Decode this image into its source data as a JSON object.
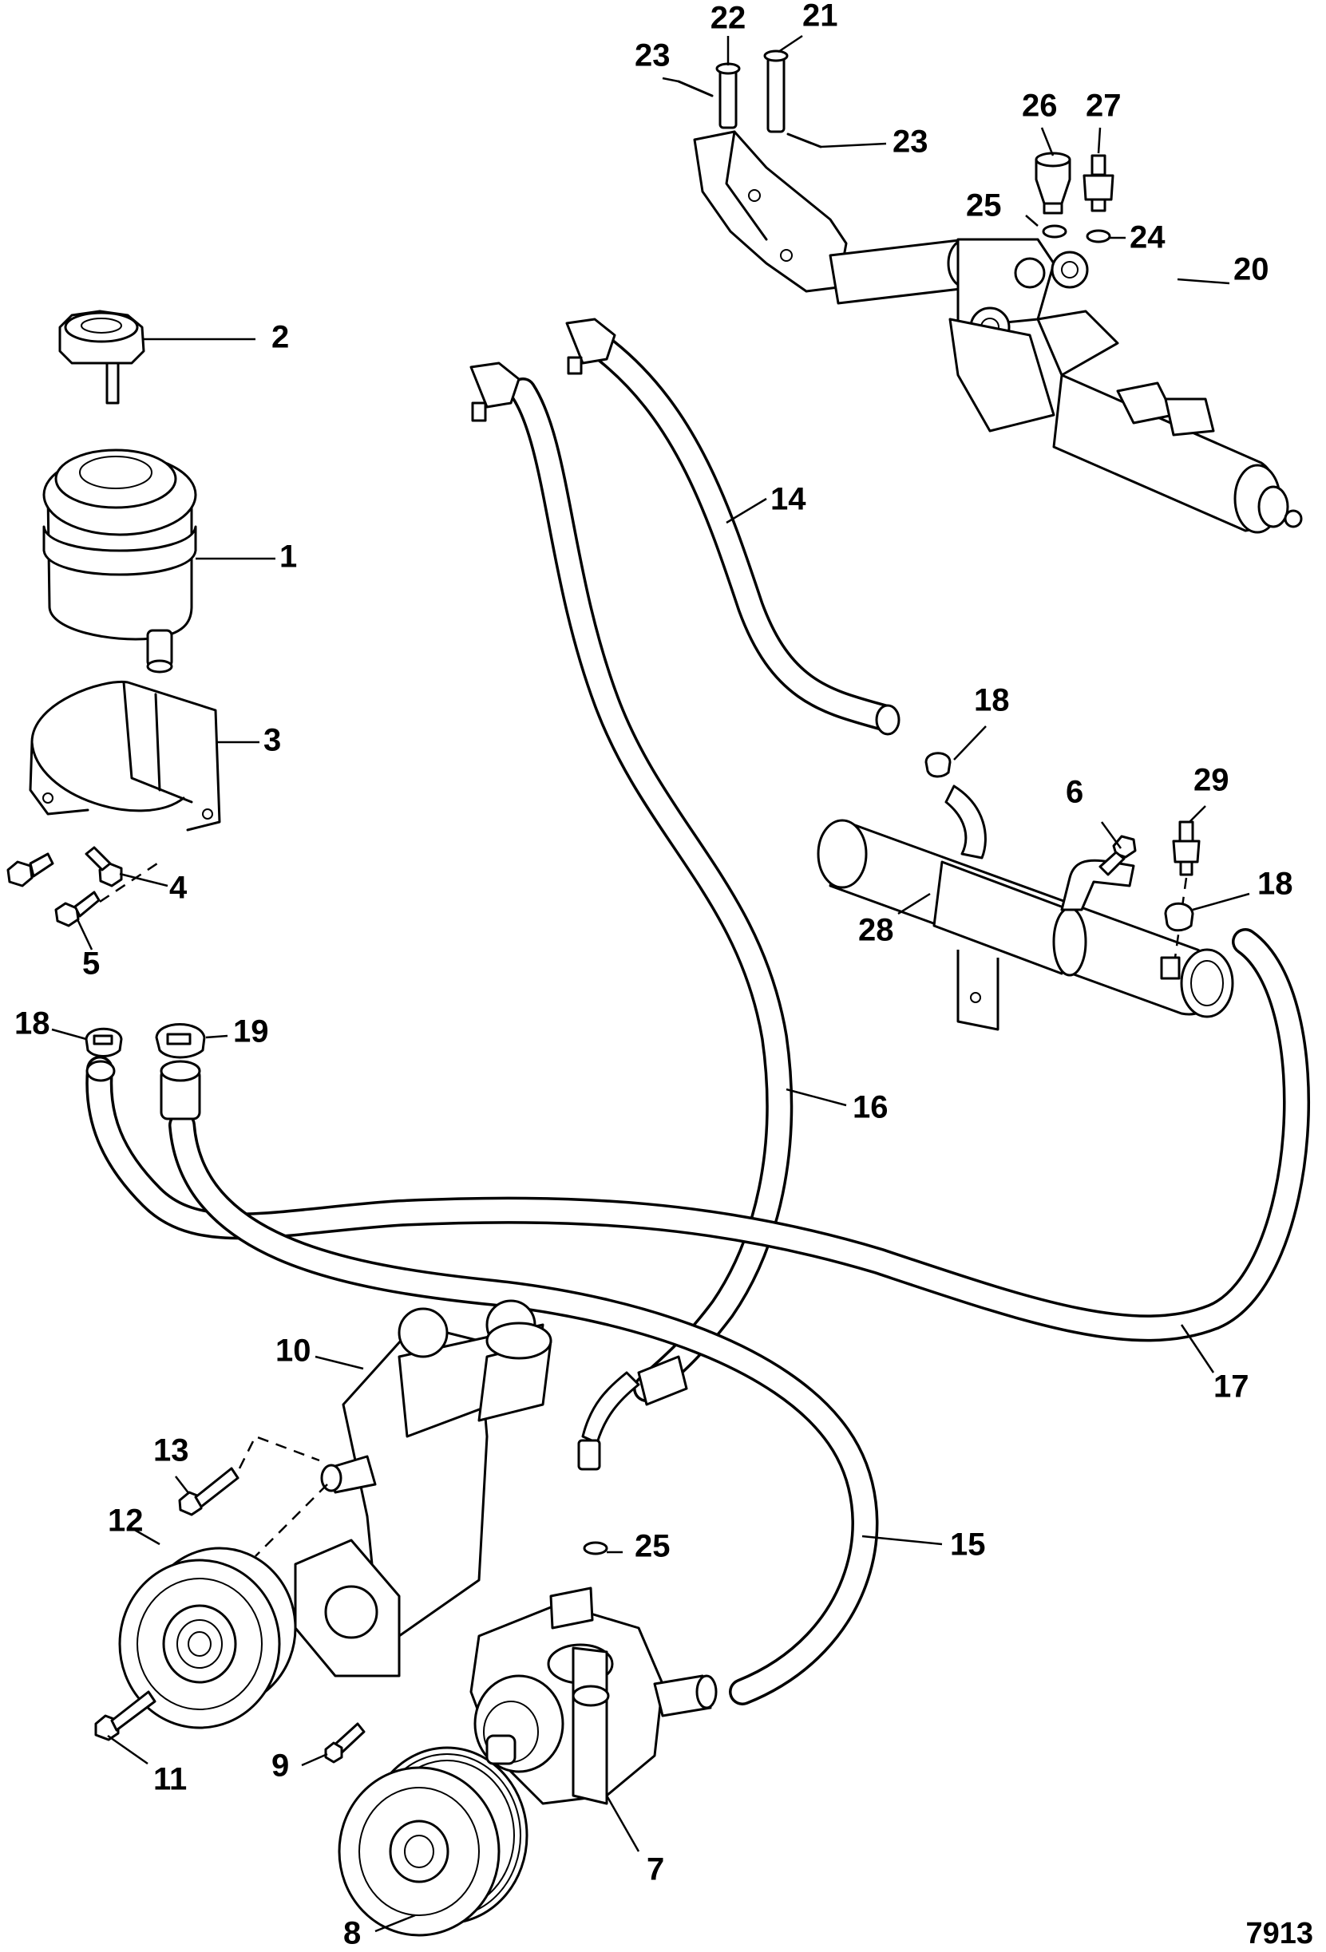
{
  "figure_number": "7913",
  "callouts": [
    {
      "label": "1"
    },
    {
      "label": "2"
    },
    {
      "label": "3"
    },
    {
      "label": "4"
    },
    {
      "label": "5"
    },
    {
      "label": "6"
    },
    {
      "label": "7"
    },
    {
      "label": "8"
    },
    {
      "label": "9"
    },
    {
      "label": "10"
    },
    {
      "label": "11"
    },
    {
      "label": "12"
    },
    {
      "label": "13"
    },
    {
      "label": "14"
    },
    {
      "label": "15"
    },
    {
      "label": "16"
    },
    {
      "label": "17"
    },
    {
      "label": "18"
    },
    {
      "label": "18"
    },
    {
      "label": "18"
    },
    {
      "label": "19"
    },
    {
      "label": "20"
    },
    {
      "label": "21"
    },
    {
      "label": "22"
    },
    {
      "label": "23"
    },
    {
      "label": "23"
    },
    {
      "label": "24"
    },
    {
      "label": "25"
    },
    {
      "label": "25"
    },
    {
      "label": "26"
    },
    {
      "label": "27"
    },
    {
      "label": "28"
    },
    {
      "label": "29"
    }
  ]
}
